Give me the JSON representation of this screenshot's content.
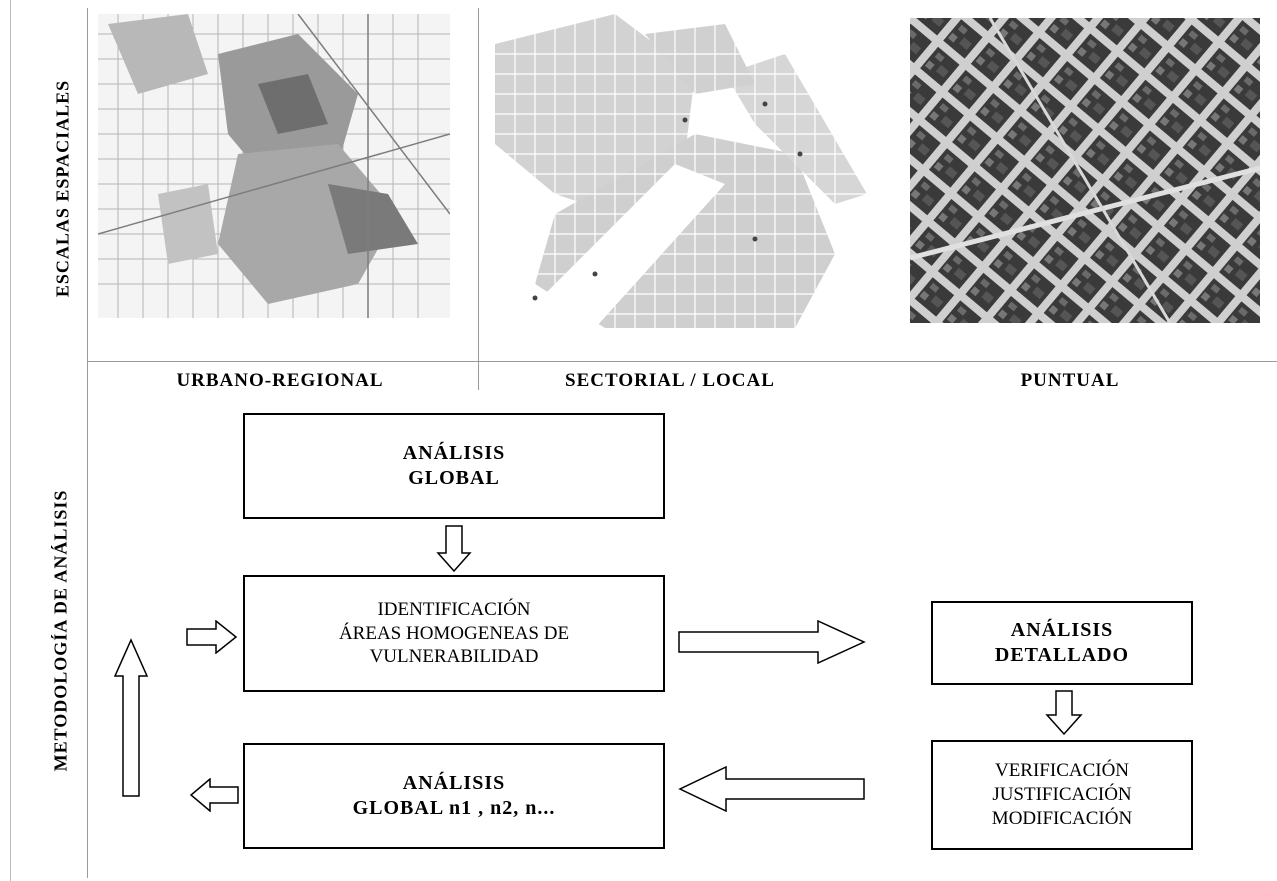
{
  "side_labels": {
    "top": "ESCALAS ESPACIALES",
    "bottom": "METODOLOGÍA DE ANÁLISIS"
  },
  "scales": [
    {
      "label": "URBANO-REGIONAL"
    },
    {
      "label": "SECTORIAL / LOCAL"
    },
    {
      "label": "PUNTUAL"
    }
  ],
  "boxes": {
    "global": {
      "line1": "ANÁLISIS",
      "line2": "GLOBAL"
    },
    "identificacion": {
      "line1": "IDENTIFICACIÓN",
      "line2": "ÁREAS HOMOGENEAS DE",
      "line3": "VULNERABILIDAD"
    },
    "detallado": {
      "line1": "ANÁLISIS",
      "line2": "DETALLADO"
    },
    "global_n": {
      "line1": "ANÁLISIS",
      "line2": "GLOBAL n1 , n2, n..."
    },
    "verificacion": {
      "line1": "VERIFICACIÓN",
      "line2": "JUSTIFICACIÓN",
      "line3": "MODIFICACIÓN"
    }
  }
}
